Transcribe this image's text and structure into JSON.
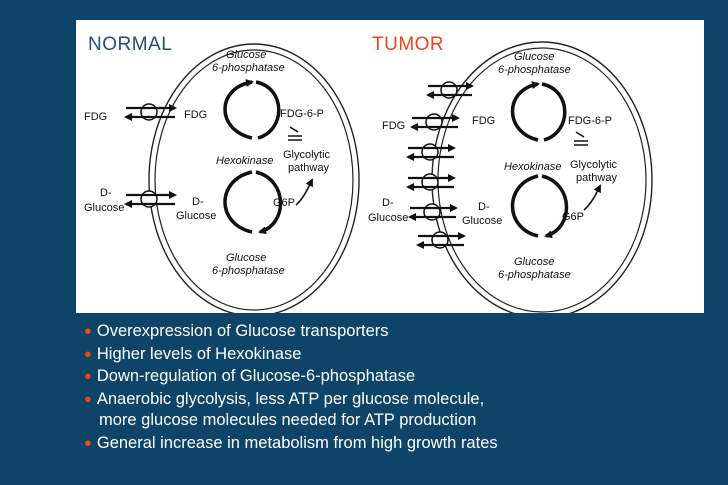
{
  "panels": {
    "normal": {
      "title": "NORMAL",
      "labels": {
        "g6pase_top_1": "Glucose",
        "g6pase_top_2": "6-phosphatase",
        "fdg_out": "FDG",
        "fdg_in": "FDG",
        "fdg6p": "FDG-6-P",
        "hexokinase": "Hexokinase",
        "glycolytic_1": "Glycolytic",
        "glycolytic_2": "pathway",
        "dglucose_out_1": "D-",
        "dglucose_out_2": "Glucose",
        "dglucose_in_1": "D-",
        "dglucose_in_2": "Glucose",
        "g6p": "G6P",
        "g6pase_bot_1": "Glucose",
        "g6pase_bot_2": "6-phosphatase"
      }
    },
    "tumor": {
      "title": "TUMOR",
      "labels": {
        "g6pase_top_1": "Glucose",
        "g6pase_top_2": "6-phosphatase",
        "fdg_out": "FDG",
        "fdg_in": "FDG",
        "fdg6p": "FDG-6-P",
        "hexokinase": "Hexokinase",
        "glycolytic_1": "Glycolytic",
        "glycolytic_2": "pathway",
        "dglucose_out_1": "D-",
        "dglucose_out_2": "Glucose",
        "dglucose_in_1": "D-",
        "dglucose_in_2": "Glucose",
        "g6p": "G6P",
        "g6pase_bot_1": "Glucose",
        "g6pase_bot_2": "6-phosphatase"
      }
    }
  },
  "bullets": [
    {
      "text": "Overexpression of Glucose transporters"
    },
    {
      "text": "Higher levels of Hexokinase"
    },
    {
      "text": "Down-regulation of Glucose-6-phosphatase"
    },
    {
      "text": "Anaerobic glycolysis, less ATP per glucose molecule,",
      "continuation": "more glucose molecules needed for ATP production"
    },
    {
      "text": "General increase in metabolism from high growth rates"
    }
  ],
  "colors": {
    "background": "#0d4468",
    "bullet_marker": "#e8471e",
    "normal_title": "#1f4e79",
    "tumor_title": "#e8471e"
  }
}
